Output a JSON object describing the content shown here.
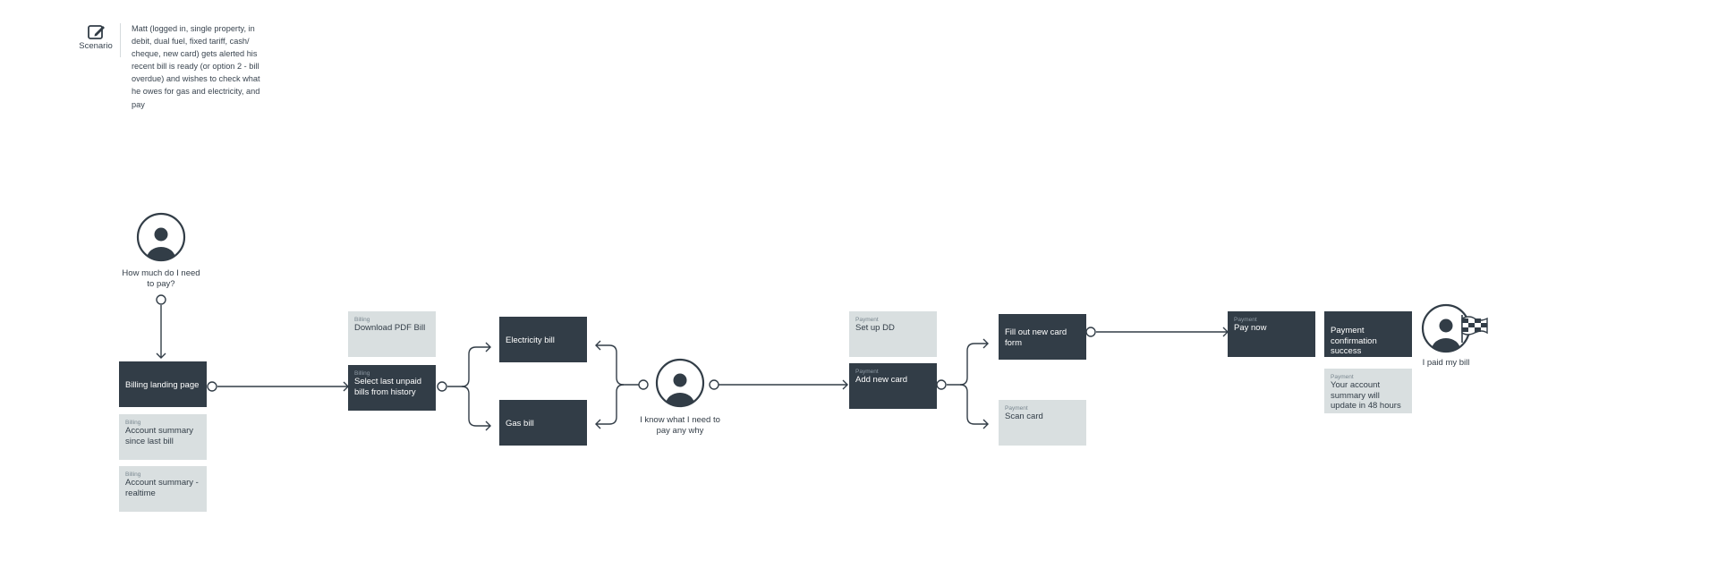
{
  "scenario": {
    "label": "Scenario",
    "icon": "edit-icon",
    "text": "Matt (logged in, single property, in debit, dual fuel, fixed tariff, cash/ cheque, new card) gets alerted his recent bill is ready (or option 2 - bill overdue) and wishes to check what he owes for gas and electricity, and pay"
  },
  "personas": {
    "start": {
      "label": "How much do I need to pay?",
      "icon": "user-icon"
    },
    "middle": {
      "label": "I know what I need to pay any why",
      "icon": "user-icon"
    },
    "end": {
      "label": "I paid my bill",
      "icon": "user-icon",
      "badge_icon": "flag-icon"
    }
  },
  "nodes": {
    "billing_landing": {
      "label": "Billing landing page"
    },
    "account_summary_last": {
      "category": "Billing",
      "label": "Account summary since last bill"
    },
    "account_summary_realtime": {
      "category": "Billing",
      "label": "Account summary - realtime"
    },
    "download_pdf": {
      "category": "Billing",
      "label": "Download PDF Bill"
    },
    "select_unpaid": {
      "category": "Billing",
      "label": "Select last unpaid bills from history"
    },
    "electricity_bill": {
      "label": "Electricity bill"
    },
    "gas_bill": {
      "label": "Gas bill"
    },
    "setup_dd": {
      "category": "Payment",
      "label": "Set up DD"
    },
    "add_new_card": {
      "category": "Payment",
      "label": "Add new card"
    },
    "fill_card_form": {
      "label": "Fill out new card form"
    },
    "scan_card": {
      "category": "Payment",
      "label": "Scan card"
    },
    "pay_now": {
      "category": "Payment",
      "label": "Pay now"
    },
    "payment_success": {
      "label": "Payment confirmation success"
    },
    "account_update": {
      "category": "Payment",
      "label": "Your account summary will update in 48 hours"
    }
  },
  "colors": {
    "dark": "#323d47",
    "light": "#d9dfe0",
    "line": "#323d47",
    "text": "#333d47"
  }
}
